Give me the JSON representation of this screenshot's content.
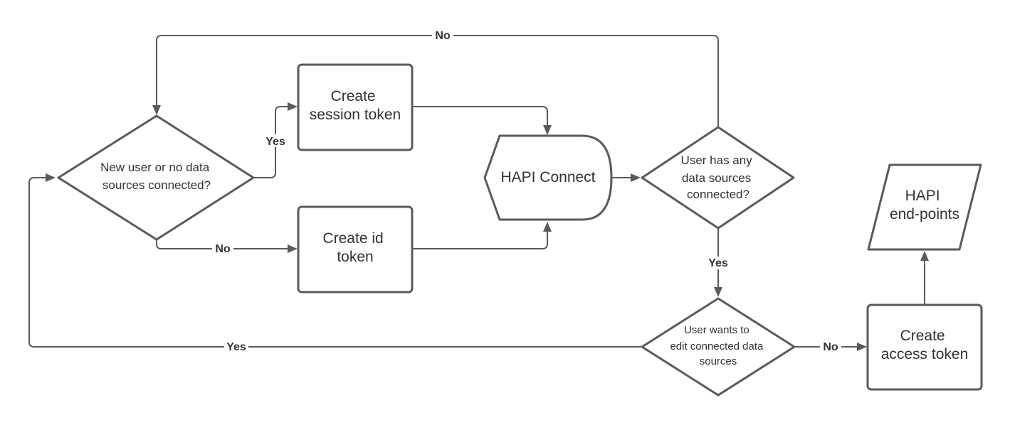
{
  "nodes": {
    "decision_new_user": {
      "lines": [
        "New user or no data",
        "sources connected?"
      ]
    },
    "create_session_token": {
      "lines": [
        "Create",
        "session token"
      ]
    },
    "create_id_token": {
      "lines": [
        "Create id",
        "token"
      ]
    },
    "hapi_connect": {
      "lines": [
        "HAPI Connect"
      ]
    },
    "decision_has_sources": {
      "lines": [
        "User has any",
        "data sources",
        "connected?"
      ]
    },
    "decision_edit_sources": {
      "lines": [
        "User wants to",
        "edit connected data",
        "sources"
      ]
    },
    "create_access_token": {
      "lines": [
        "Create",
        "access token"
      ]
    },
    "hapi_endpoints": {
      "lines": [
        "HAPI",
        "end-points"
      ]
    }
  },
  "edges": {
    "new_user_yes": "Yes",
    "new_user_no": "No",
    "has_sources_no": "No",
    "has_sources_yes": "Yes",
    "edit_sources_yes": "Yes",
    "edit_sources_no": "No"
  }
}
